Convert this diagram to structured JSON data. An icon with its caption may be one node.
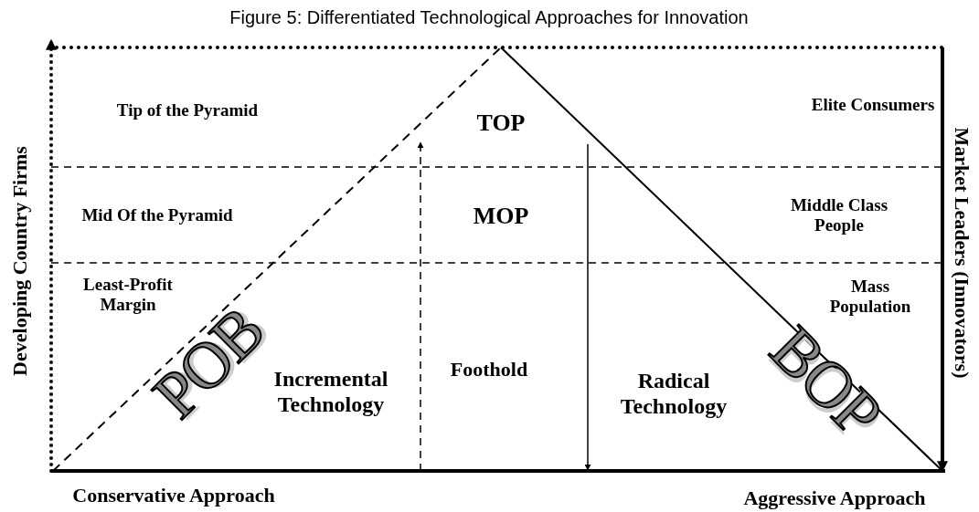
{
  "diagram": {
    "title": "Figure 5: Differentiated Technological Approaches for Innovation",
    "labels": [
      "Developing Country Firms",
      "Tip of the Pyramid",
      "TOP",
      "Elite Consumers",
      "Market Leaders (Innovators)",
      "Mid Of the Pyramid",
      "MOP",
      "Middle Class People",
      "Least-Profit Margin",
      "Mass Population",
      "POB",
      "Foothold",
      "Incremental Technology",
      "Radical Technology",
      "BOP",
      "Conservative Approach",
      "Aggressive Approach"
    ]
  }
}
